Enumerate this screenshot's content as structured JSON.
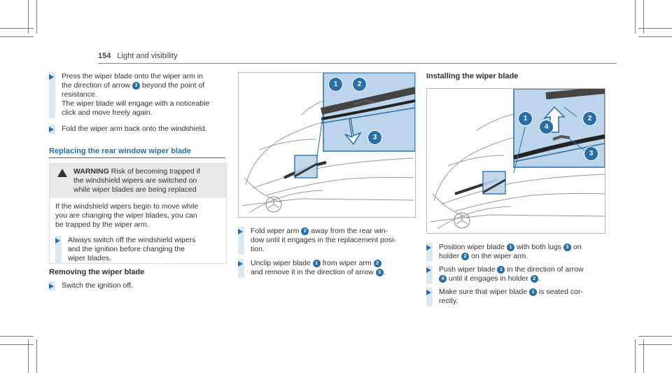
{
  "header": {
    "page_number": "154",
    "section_title": "Light and visibility"
  },
  "col1": {
    "step1_line1": "Press the wiper blade onto the wiper arm in",
    "step1_line2a": "the direction of arrow",
    "step1_n3": "3",
    "step1_line2b": "beyond the point of",
    "step1_line3": "resistance.",
    "step1_line4": "The wiper blade will engage with a noticeable",
    "step1_line5": "click and move freely again.",
    "step2": "Fold the wiper arm back onto the windshield.",
    "section_title": "Replacing the rear window wiper blade",
    "warning_label": "WARNING",
    "warning_line1": "Risk of becoming trapped if",
    "warning_line2": "the windshield wipers are switched on",
    "warning_line3": "while wiper blades are being replaced",
    "warning_body1": "If the windshield wipers begin to move while",
    "warning_body2": "you are changing the wiper blades, you can",
    "warning_body3": "be trapped by the wiper arm.",
    "warning_step1": "Always switch off the windshield wipers",
    "warning_step2": "and the ignition before changing the",
    "warning_step3": "wiper blades.",
    "removing_title": "Removing the wiper blade",
    "removing_step": "Switch the ignition off."
  },
  "col2": {
    "fig_labels": [
      "1",
      "2",
      "3"
    ],
    "step1_a": "Fold wiper arm",
    "step1_n2": "2",
    "step1_b": "away from the rear win-",
    "step1_c": "dow until it engages in the replacement posi-",
    "step1_d": "tion.",
    "step2_a": "Unclip wiper blade",
    "step2_n1": "1",
    "step2_b": "from wiper arm",
    "step2_n2": "2",
    "step2_c": "and remove it in the direction of arrow",
    "step2_n3": "3",
    "step2_d": "."
  },
  "col3": {
    "section_title": "Installing the wiper blade",
    "fig_labels": [
      "1",
      "2",
      "3",
      "4"
    ],
    "step1_a": "Position wiper blade",
    "step1_n1": "1",
    "step1_b": "with both lugs",
    "step1_n3": "3",
    "step1_c": "on",
    "step1_d": "holder",
    "step1_n2": "2",
    "step1_e": "on the wiper arm.",
    "step2_a": "Push wiper blade",
    "step2_n1": "1",
    "step2_b": "in the direction of arrow",
    "step2_n4": "4",
    "step2_c": "until it engages in holder",
    "step2_n2": "2",
    "step2_d": ".",
    "step3_a": "Make sure that wiper blade",
    "step3_n1": "1",
    "step3_b": "is seated cor-",
    "step3_c": "rectly."
  },
  "colors": {
    "accent": "#2a6ea6",
    "callout_bg": "#bcd5ea",
    "step_bar": "#dde8f0"
  }
}
